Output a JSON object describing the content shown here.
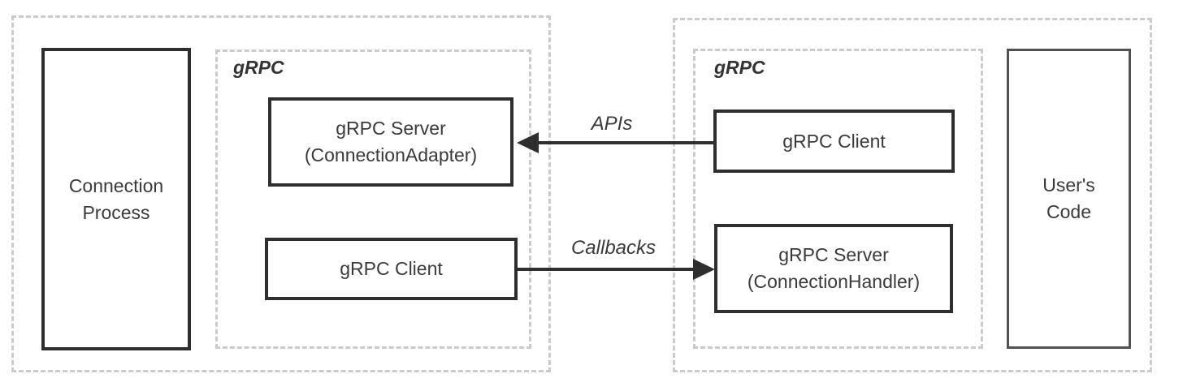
{
  "diagram": {
    "left_side": {
      "process_box": {
        "label": "Connection\nProcess"
      },
      "grpc_group": {
        "title": "gRPC",
        "server_box": {
          "label": "gRPC Server\n(ConnectionAdapter)"
        },
        "client_box": {
          "label": "gRPC Client"
        }
      }
    },
    "right_side": {
      "grpc_group": {
        "title": "gRPC",
        "client_box": {
          "label": "gRPC Client"
        },
        "server_box": {
          "label": "gRPC Server\n(ConnectionHandler)"
        }
      },
      "users_code_box": {
        "label": "User's\nCode"
      }
    },
    "arrows": {
      "apis": {
        "label": "APIs",
        "direction": "right-to-left"
      },
      "callbacks": {
        "label": "Callbacks",
        "direction": "left-to-right"
      }
    },
    "colors": {
      "dashed_border": "#cbcbcb",
      "solid_border_dark": "#2e2e2e",
      "solid_border_gray": "#515151",
      "text": "#3a3a3a",
      "background": "#ffffff"
    }
  }
}
